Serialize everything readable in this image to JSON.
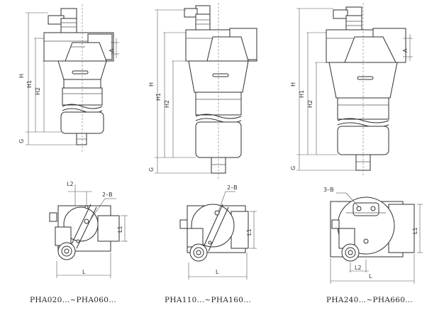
{
  "captions": {
    "left": "PHA020…~PHA060…",
    "middle": "PHA110…~PHA160…",
    "right": "PHA240…~PHA660…"
  },
  "dims": {
    "H": "H",
    "H1": "H1",
    "H2": "H2",
    "G": "G",
    "A": "A",
    "L": "L",
    "L1": "L1",
    "L2": "L2",
    "hole2B": "2–B",
    "hole3B": "3–B"
  }
}
